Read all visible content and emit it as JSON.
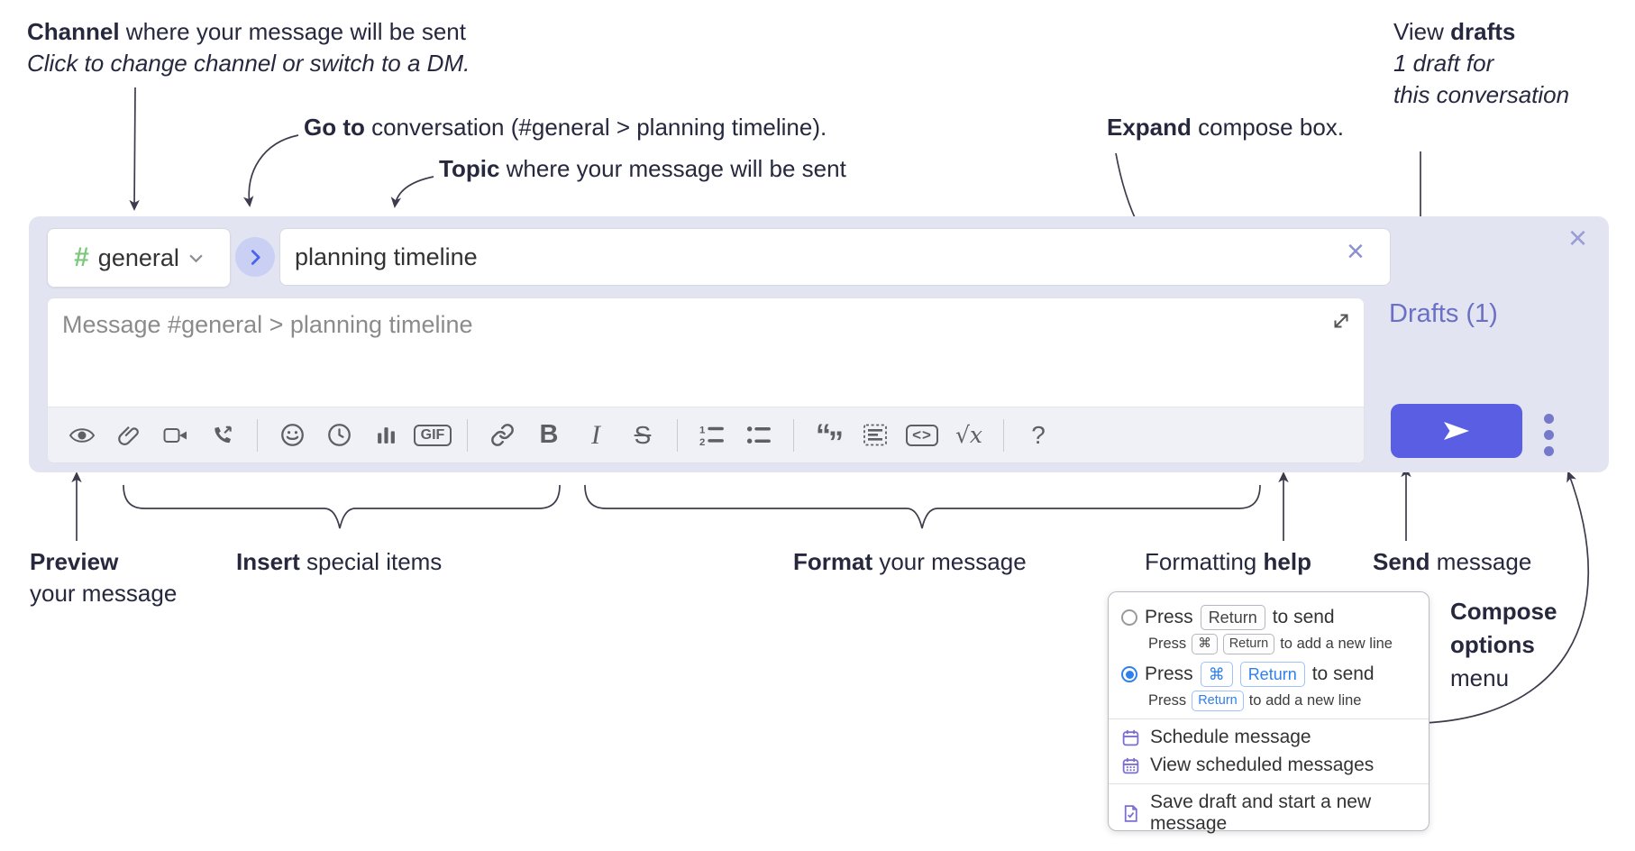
{
  "annotations": {
    "channel": {
      "bold": "Channel",
      "rest": " where your message will be sent",
      "subtitle": "Click to change channel or switch to a DM."
    },
    "go_to": {
      "bold": "Go to",
      "rest": " conversation (#general > planning timeline)."
    },
    "topic": {
      "bold": "Topic",
      "rest": " where your message will be sent"
    },
    "expand": {
      "bold": "Expand",
      "rest": " compose box."
    },
    "view_drafts": {
      "pre": "View ",
      "bold": "drafts",
      "line2": "1 draft for",
      "line3": "this conversation"
    },
    "preview": {
      "bold": "Preview",
      "line2": "your message"
    },
    "insert": {
      "bold": "Insert",
      "rest": " special items"
    },
    "format": {
      "bold": "Format",
      "rest": " your message"
    },
    "formatting_help": {
      "pre": "Formatting ",
      "bold": "help"
    },
    "send": {
      "bold": "Send",
      "rest": " message"
    },
    "compose_options": {
      "line1": "Compose",
      "line2": "options",
      "line3": "menu"
    }
  },
  "compose": {
    "channel": {
      "hash": "#",
      "name": "general"
    },
    "topic": {
      "value": "planning timeline"
    },
    "message": {
      "placeholder": "Message #general > planning timeline"
    },
    "drafts_link": "Drafts (1)",
    "close_glyph": "×",
    "clear_glyph": "×",
    "toolbar": {
      "gif": "GIF",
      "bold": "B",
      "italic": "I",
      "strike": "S",
      "quote_open": "“",
      "quote_close": "”",
      "code": "<>",
      "math": "√x",
      "help": "?",
      "ol1": "1",
      "ol2": "2"
    }
  },
  "menu": {
    "option_return": {
      "press": "Press",
      "kbd": "Return",
      "suffix": "to send",
      "sub_press": "Press",
      "sub_kbd1": "⌘",
      "sub_kbd2": "Return",
      "sub_suffix": "to add a new line"
    },
    "option_cmd_return": {
      "press": "Press",
      "kbd1": "⌘",
      "kbd2": "Return",
      "suffix": "to send",
      "sub_press": "Press",
      "sub_kbd": "Return",
      "sub_suffix": "to add a new line"
    },
    "schedule": "Schedule message",
    "view_scheduled": "View scheduled messages",
    "save_draft": "Save draft and start a new message"
  },
  "colors": {
    "compose_bg": "#e2e4f2",
    "send_button": "#595ee3",
    "drafts_link": "#6b70c4",
    "kbd_blue": "#2f80ed",
    "menu_icon_purple": "#7b6ed0",
    "channel_hash_green": "#7dc87d",
    "goto_circle": "#c9d0f3",
    "goto_chevron": "#4a63ee",
    "annotation_text": "#26283e"
  }
}
